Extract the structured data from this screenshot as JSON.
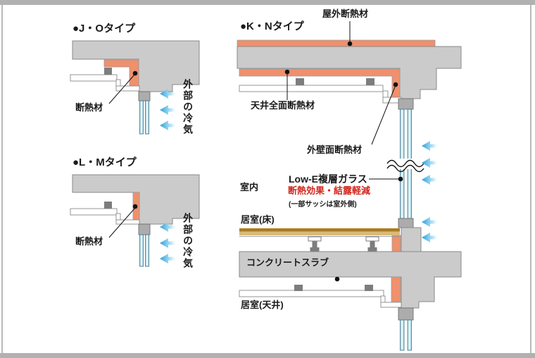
{
  "figure": {
    "type": "architectural-insulation-cross-sections",
    "colors": {
      "insulation_orange": "#F0906C",
      "concrete_gray": "#CBCBCB",
      "sash_gray": "#ACACAC",
      "glass_teal": "#BFE0EA",
      "arrow_blue": "#2E9FD6",
      "alert_red": "#D0281E",
      "floor_gold_dark": "#AB7B20",
      "floor_gold_light": "#D8BB79",
      "frame_gray": "#B1B1B1"
    }
  },
  "diagrams": {
    "jo": {
      "title": "●J・Oタイプ",
      "labels": {
        "insulation": "断熱材",
        "cold_air": "外部の冷気"
      }
    },
    "lm": {
      "title": "●L・Mタイプ",
      "labels": {
        "insulation": "断熱材",
        "cold_air": "外部の冷気"
      }
    },
    "kn": {
      "title": "●K・Nタイプ",
      "labels": {
        "roof_insulation": "屋外断熱材",
        "ceiling_insulation": "天井全面断熱材",
        "wall_insulation": "外壁面断熱材",
        "low_e_glass": "Low-E複層ガラス",
        "effect": "断熱効果・結露軽減",
        "note": "(一部サッシは室外側)",
        "indoor": "室内",
        "living_floor": "居室(床)",
        "slab": "コンクリートスラブ",
        "living_ceiling": "居室(天井)"
      }
    }
  }
}
